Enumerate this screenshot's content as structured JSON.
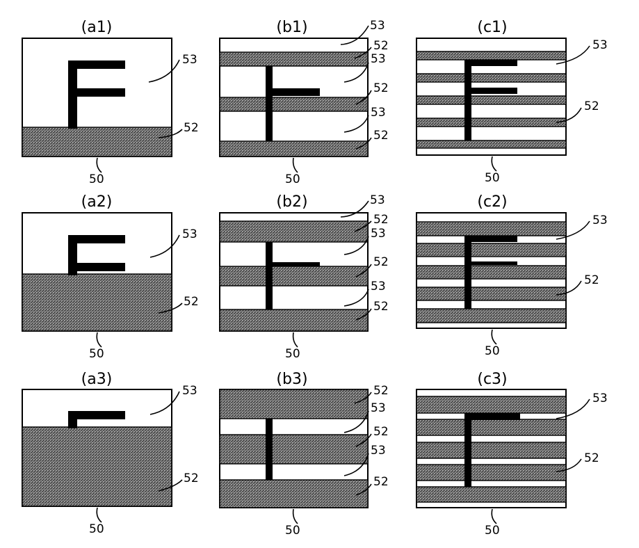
{
  "figure": {
    "panels": [
      {
        "id": "a1",
        "title": "(a1)",
        "labels": [
          "53",
          "52"
        ],
        "substrate": "50"
      },
      {
        "id": "b1",
        "title": "(b1)",
        "labels": [
          "53",
          "52",
          "53",
          "52",
          "53",
          "52"
        ],
        "substrate": "50"
      },
      {
        "id": "c1",
        "title": "(c1)",
        "labels": [
          "53",
          "52"
        ],
        "substrate": "50"
      },
      {
        "id": "a2",
        "title": "(a2)",
        "labels": [
          "53",
          "52"
        ],
        "substrate": "50"
      },
      {
        "id": "b2",
        "title": "(b2)",
        "labels": [
          "53",
          "52",
          "53",
          "52",
          "53",
          "52"
        ],
        "substrate": "50"
      },
      {
        "id": "c2",
        "title": "(c2)",
        "labels": [
          "53",
          "52"
        ],
        "substrate": "50"
      },
      {
        "id": "a3",
        "title": "(a3)",
        "labels": [
          "53",
          "52"
        ],
        "substrate": "50"
      },
      {
        "id": "b3",
        "title": "(b3)",
        "labels": [
          "52",
          "53",
          "52",
          "53",
          "52"
        ],
        "substrate": "50"
      },
      {
        "id": "c3",
        "title": "(c3)",
        "labels": [
          "53",
          "52"
        ],
        "substrate": "50"
      }
    ],
    "colors": {
      "line": "#000000",
      "background": "#ffffff",
      "hatch_fill": "#7a7a7a"
    }
  }
}
